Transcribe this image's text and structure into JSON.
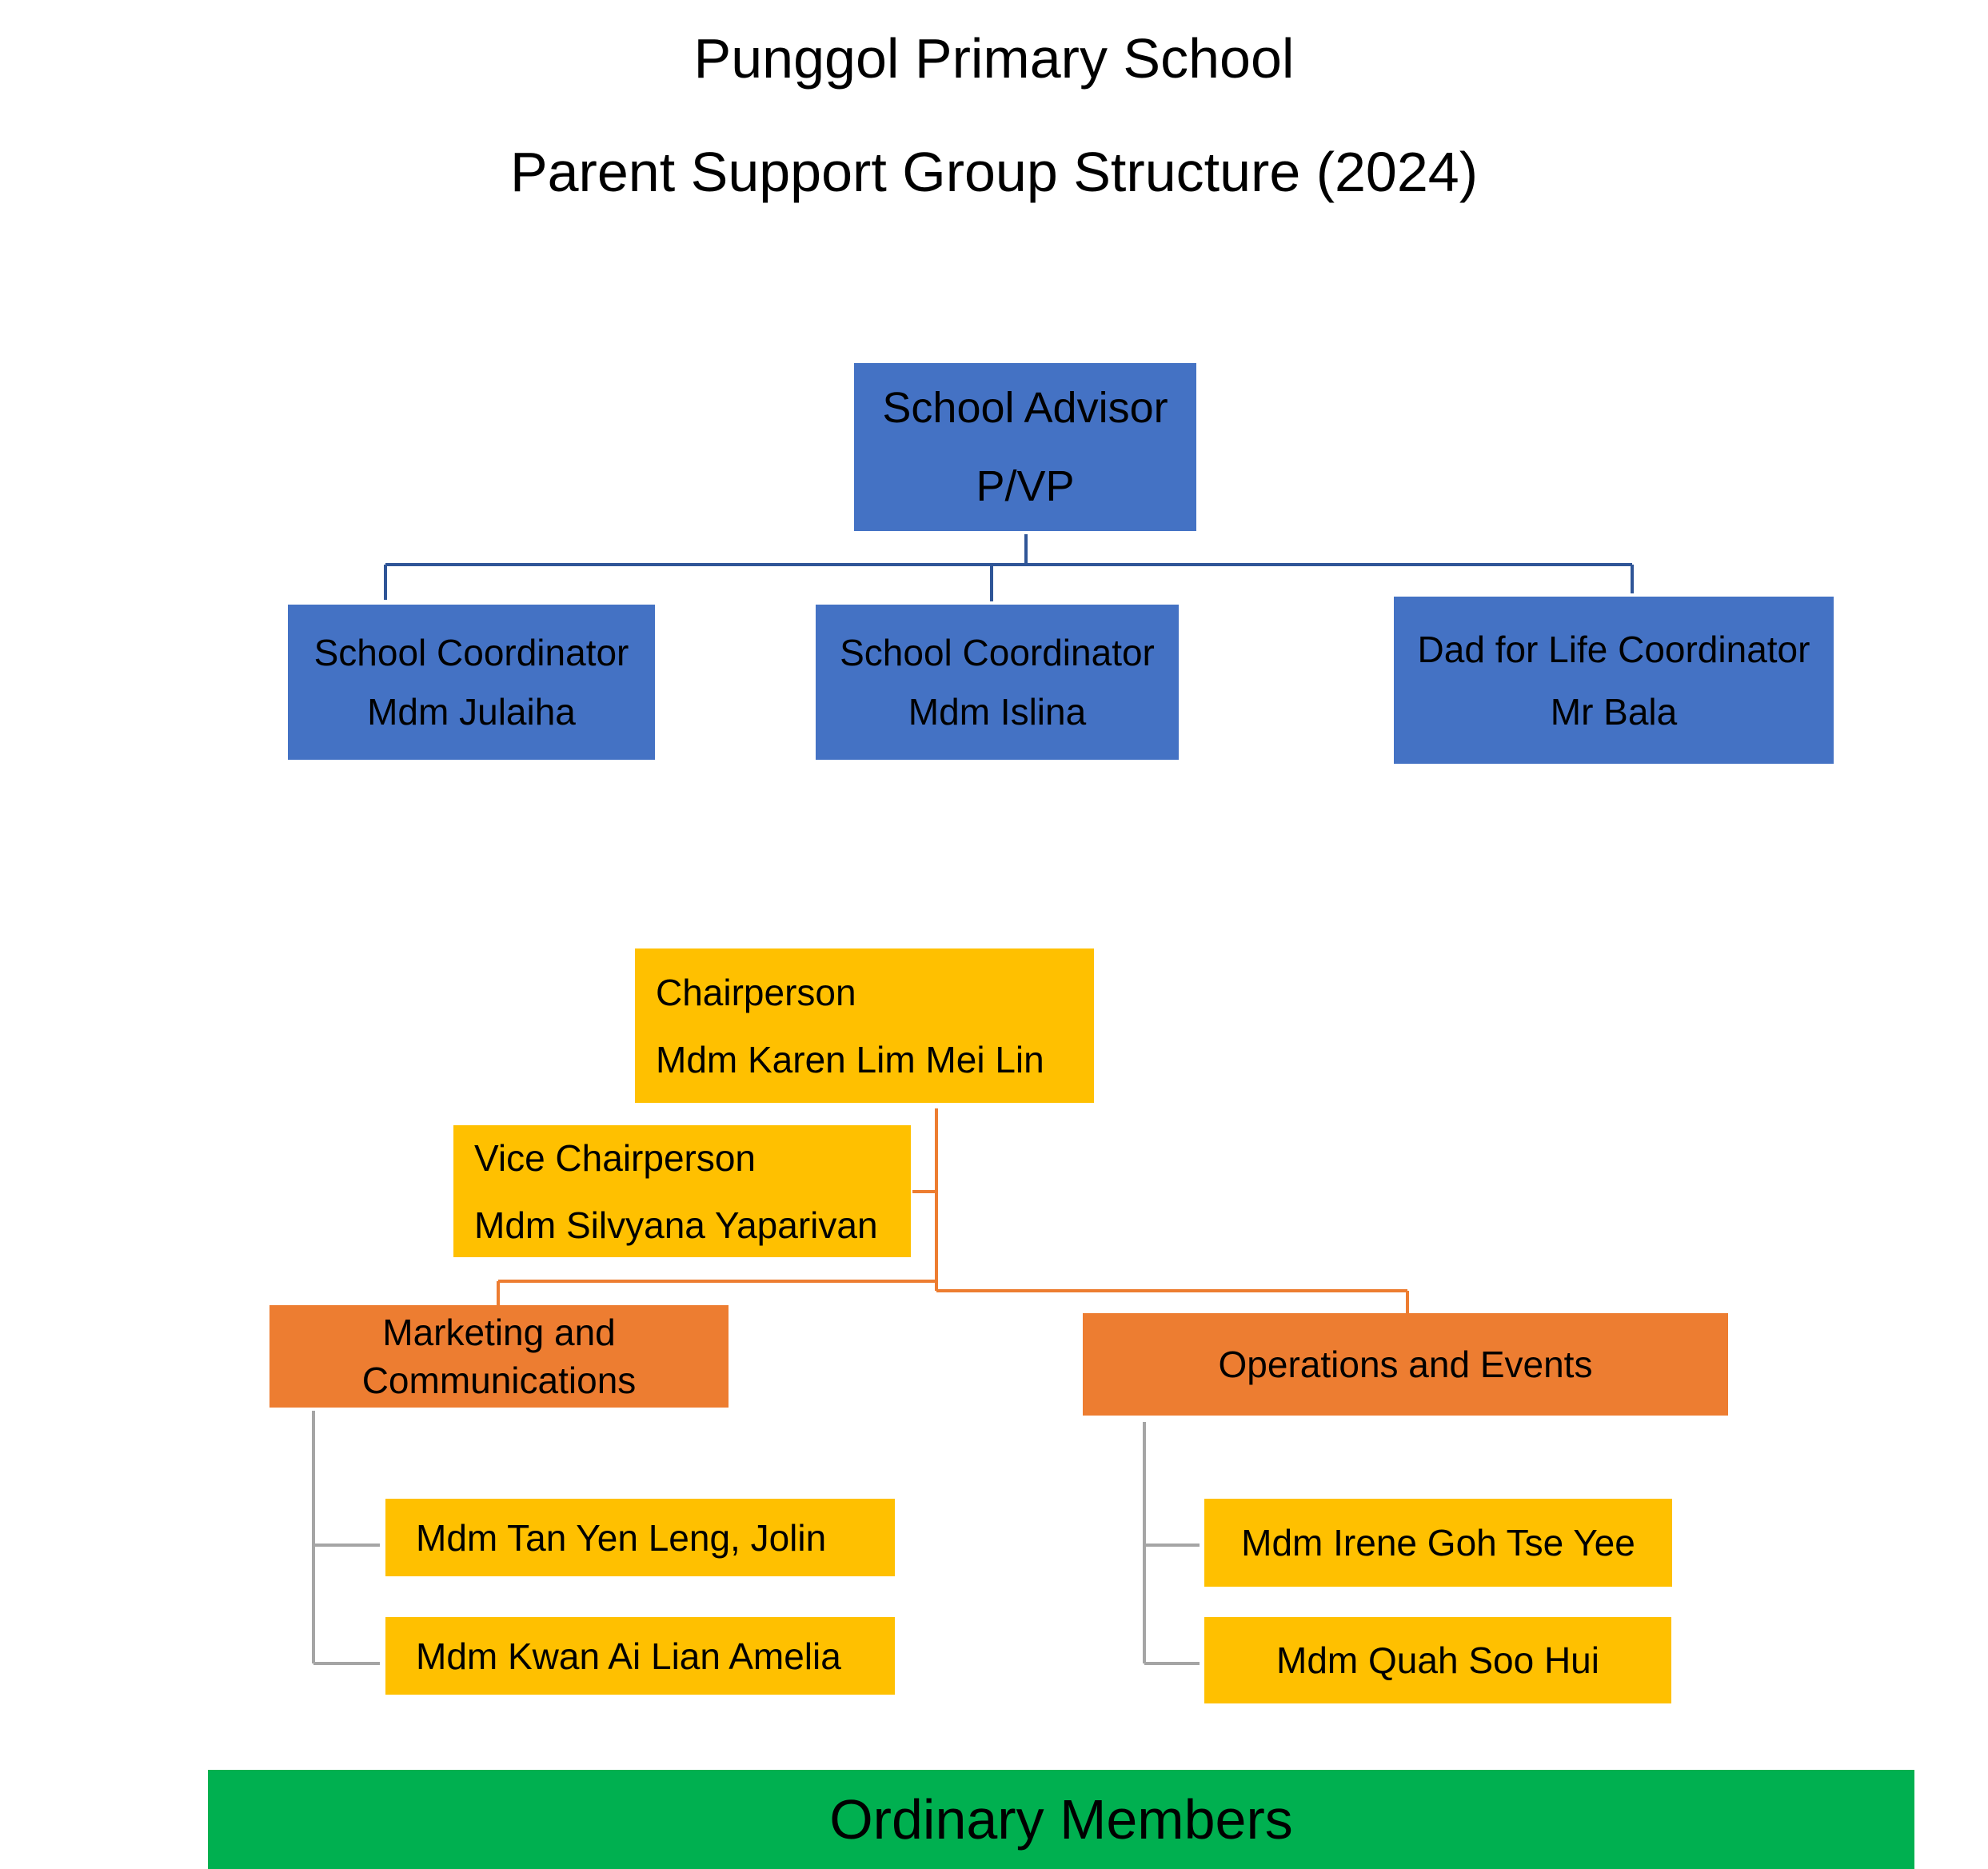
{
  "header": {
    "title": "Punggol Primary School",
    "subtitle": "Parent Support Group Structure (2024)"
  },
  "advisor": {
    "role": "School Advisor",
    "name": "P/VP"
  },
  "coordinators": [
    {
      "role": "School Coordinator",
      "name": "Mdm Julaiha"
    },
    {
      "role": "School Coordinator",
      "name": "Mdm Islina"
    },
    {
      "role": "Dad for Life Coordinator",
      "name": "Mr Bala"
    }
  ],
  "chair": {
    "role": "Chairperson",
    "name": "Mdm Karen Lim Mei Lin"
  },
  "vice_chair": {
    "role": "Vice Chairperson",
    "name": "Mdm Silvyana Yaparivan"
  },
  "committees": [
    {
      "label_line1": "Marketing and",
      "label_line2": "Communications",
      "members": [
        "Mdm Tan Yen Leng, Jolin",
        "Mdm Kwan Ai Lian Amelia"
      ]
    },
    {
      "label": "Operations and Events",
      "members": [
        "Mdm Irene Goh Tse Yee",
        "Mdm Quah Soo Hui"
      ]
    }
  ],
  "footer": {
    "label": "Ordinary Members"
  },
  "colors": {
    "staff_box": "#4472C4",
    "exec_box": "#FFC000",
    "committee_box": "#ED7D31",
    "members_bar": "#00B050",
    "staff_connector": "#2F5597",
    "exec_connector": "#ED7D31",
    "member_connector": "#A5A5A5"
  }
}
